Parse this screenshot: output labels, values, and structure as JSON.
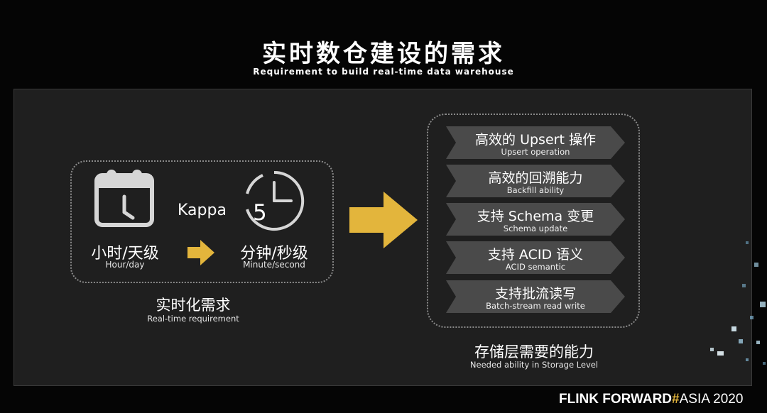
{
  "slide": {
    "title": "实时数仓建设的需求",
    "subtitle": "Requirement to build real-time data warehouse"
  },
  "realtime": {
    "kappa": "Kappa",
    "clock_digit": "5",
    "from_label": "小时/天级",
    "from_sub": "Hour/day",
    "to_label": "分钟/秒级",
    "to_sub": "Minute/second",
    "caption": "实时化需求",
    "caption_sub": "Real-time requirement"
  },
  "storage": {
    "items": [
      {
        "label": "高效的 Upsert 操作",
        "sub": "Upsert operation"
      },
      {
        "label": "高效的回溯能力",
        "sub": "Backfill ability"
      },
      {
        "label": "支持 Schema 变更",
        "sub": "Schema update"
      },
      {
        "label": "支持 ACID 语义",
        "sub": "ACID semantic"
      },
      {
        "label": "支持批流读写",
        "sub": "Batch-stream read write"
      }
    ],
    "caption": "存储层需要的能力",
    "caption_sub": "Needed ability in Storage Level"
  },
  "logo": {
    "part1": "FLINK",
    "part2": "FORWARD",
    "hash": "#",
    "part3": "ASIA 2020"
  },
  "colors": {
    "accent": "#e3b53c",
    "banner": "#4a4a4a",
    "panel": "#1f1f1f",
    "background": "#050505"
  },
  "icons": [
    "calendar-icon",
    "clock-icon",
    "arrow-right-icon"
  ]
}
